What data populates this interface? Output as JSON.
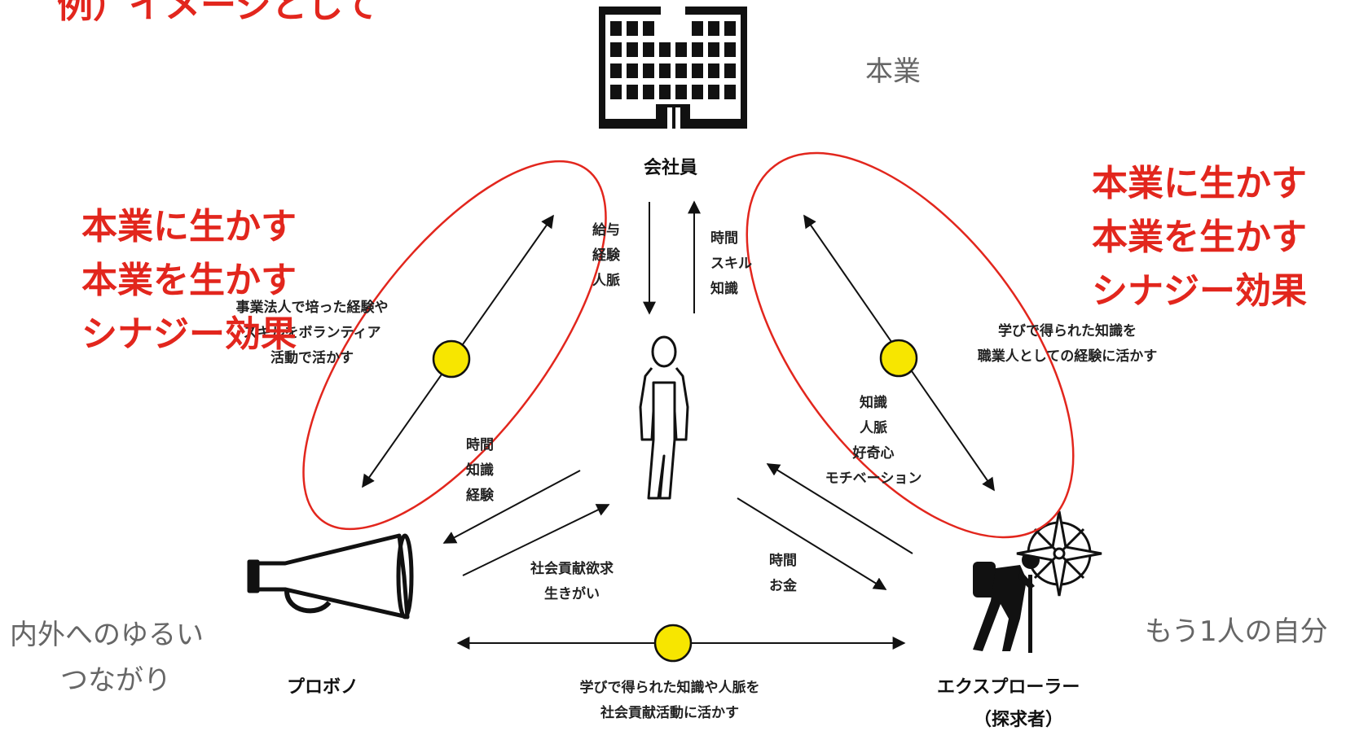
{
  "heading_fragment": "例）イメージとして",
  "nodes": {
    "employee": "会社員",
    "probono": "プロボノ",
    "explorer": "エクスプローラー",
    "explorer_sub": "（探求者）"
  },
  "roles": {
    "main_job": "本業",
    "connections_line1": "内外へのゆるい",
    "connections_line2": "つながり",
    "another_self": "もう1人の自分"
  },
  "synergy_left": [
    "本業に生かす",
    "本業を生かす",
    "シナジー効果"
  ],
  "synergy_right": [
    "本業に生かす",
    "本業を生かす",
    "シナジー効果"
  ],
  "flows": {
    "company_to_person": [
      "給与",
      "経験",
      "人脈"
    ],
    "person_to_company": [
      "時間",
      "スキル",
      "知識"
    ],
    "person_to_probono": [
      "時間",
      "知識",
      "経験"
    ],
    "probono_to_person": [
      "社会貢献欲求",
      "生きがい"
    ],
    "explorer_to_person": [
      "知識",
      "人脈",
      "好奇心",
      "モチベーション"
    ],
    "person_to_explorer": [
      "時間",
      "お金"
    ]
  },
  "synergy_notes": {
    "left": [
      "事業法人で培った経験や",
      "スキルをボランティア",
      "活動で活かす"
    ],
    "right": [
      "学びで得られた知識を",
      "職業人としての経験に活かす"
    ],
    "bottom": [
      "学びで得られた知識や人脈を",
      "社会貢献活動に活かす"
    ]
  },
  "colors": {
    "accent_red": "#e2261d",
    "node_yellow": "#f7e600",
    "ink": "#111111",
    "muted": "#666666"
  },
  "icons": [
    "building-icon",
    "person-icon",
    "megaphone-icon",
    "hiker-icon",
    "compass-icon"
  ]
}
